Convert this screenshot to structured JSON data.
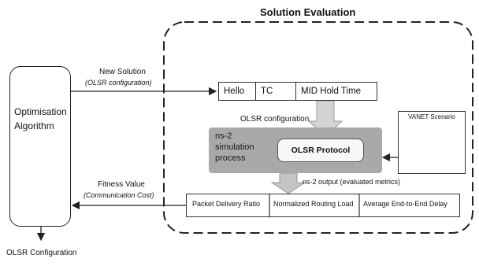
{
  "diagram": {
    "title": "Solution Evaluation",
    "optimisation_box": {
      "line1": "Optimisation",
      "line2": "Algorithm"
    },
    "new_solution": {
      "label": "New Solution",
      "sub": "(OLSR configuration)"
    },
    "config_fields": [
      "Hello",
      "TC",
      "MID Hold Time"
    ],
    "olsr_configuration_label": "OLSR configuration",
    "ns2_box": {
      "line1": "ns-2",
      "line2": "simulation",
      "line3": "process"
    },
    "protocol_label": "OLSR Protocol",
    "vanet_label": "VANET Scenario",
    "ns2_output_label": "ns-2 output (evaluated metrics)",
    "fitness": {
      "label": "Fitness Value",
      "sub": "(Communication Cost)"
    },
    "metrics": [
      "Packet Delivery Ratio",
      "Normalized Routing Load",
      "Average End-to-End Delay"
    ],
    "output_label": "OLSR Configuration"
  }
}
